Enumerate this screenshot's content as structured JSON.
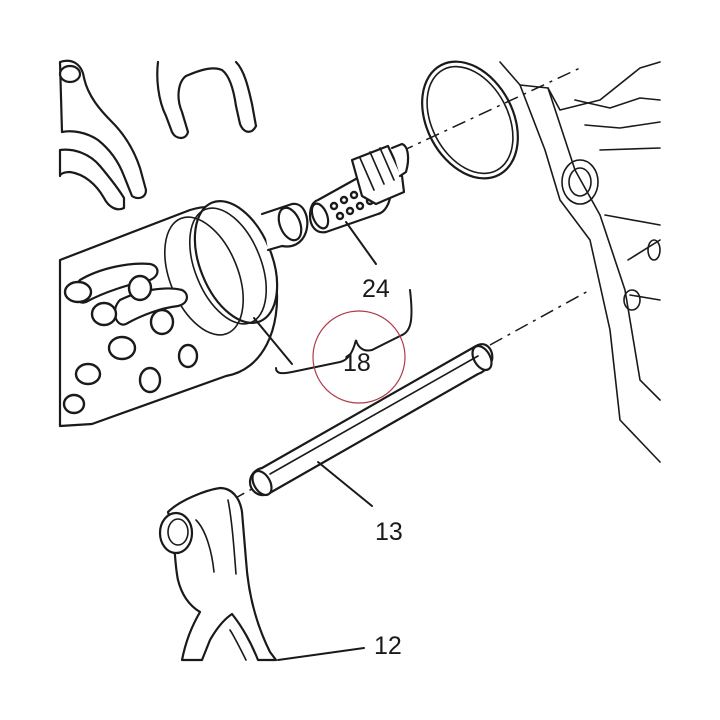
{
  "callouts": {
    "c24": "24",
    "c18": "18",
    "c13": "13",
    "c12": "12"
  },
  "colors": {
    "line": "#1a1a1a",
    "background": "#ffffff",
    "highlight_circle": "#b03a48"
  }
}
